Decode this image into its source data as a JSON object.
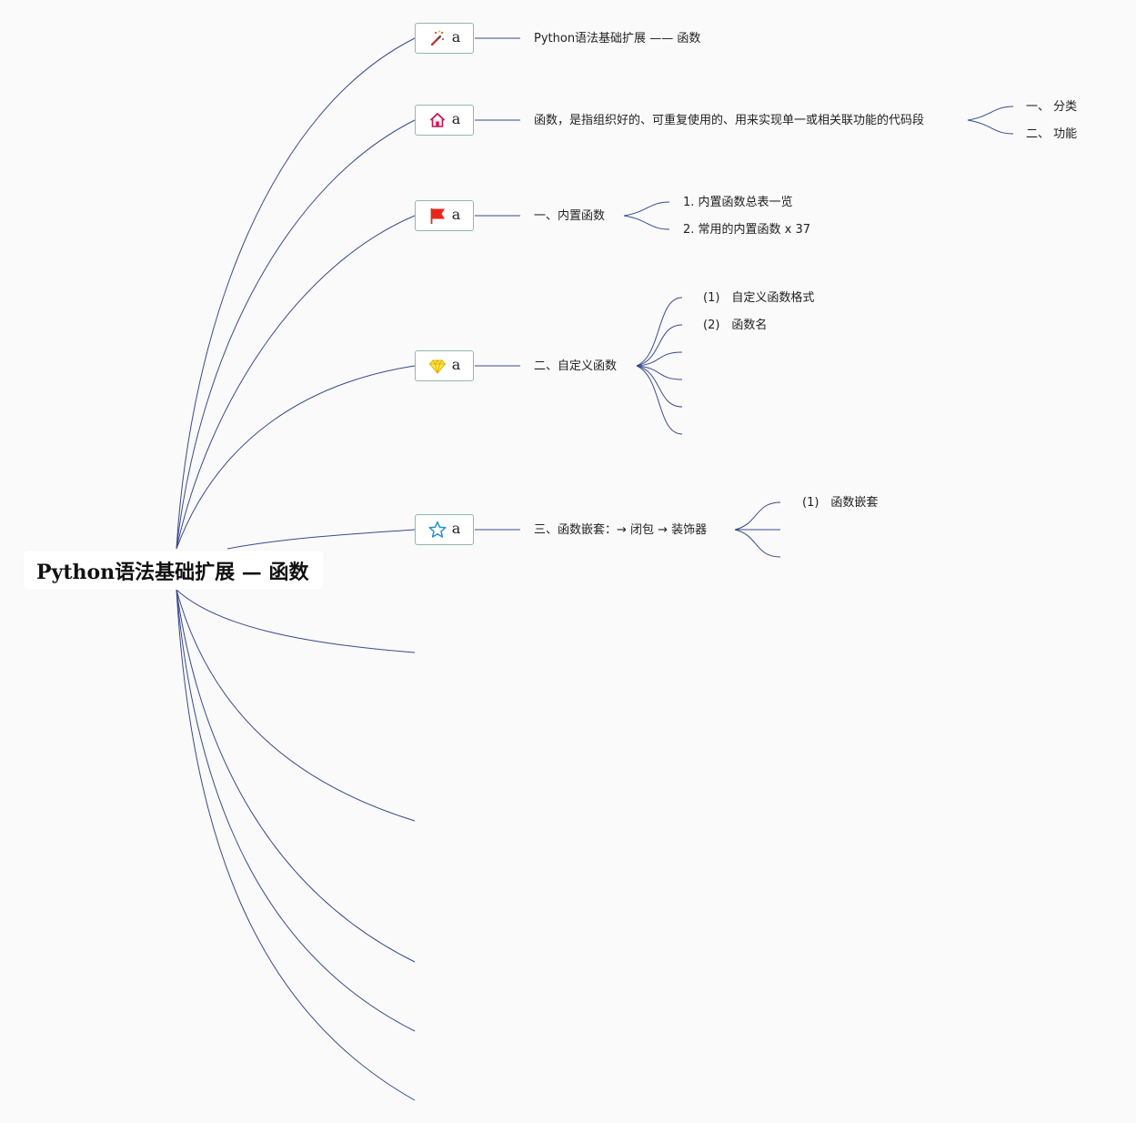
{
  "root": {
    "label": "Python语法基础扩展 — 函数"
  },
  "boxes": [
    {
      "label": "a",
      "icon": "magic-wand-icon"
    },
    {
      "label": "a",
      "icon": "house-icon"
    },
    {
      "label": "a",
      "icon": "red-flag-icon"
    },
    {
      "label": "a",
      "icon": "diamond-icon"
    },
    {
      "label": "a",
      "icon": "star-icon"
    }
  ],
  "branches": [
    {
      "label": "Python语法基础扩展 —— 函数"
    },
    {
      "label": "函数，是指组织好的、可重复使用的、用来实现单一或相关联功能的代码段",
      "children": [
        "一、 分类",
        "二、 功能"
      ]
    },
    {
      "label": "一、内置函数",
      "children": [
        "1. 内置函数总表一览",
        "2. 常用的内置函数 x 37"
      ]
    },
    {
      "label": "二、自定义函数",
      "children": [
        "(1)　自定义函数格式",
        "(2)　函数名"
      ]
    },
    {
      "label": "三、函数嵌套：→ 闭包 → 装饰器",
      "children": [
        "(1)　函数嵌套"
      ]
    }
  ],
  "colors": {
    "line": "#3a4a8c",
    "box_border": "#8fb8ac",
    "background": "#fafafa"
  }
}
